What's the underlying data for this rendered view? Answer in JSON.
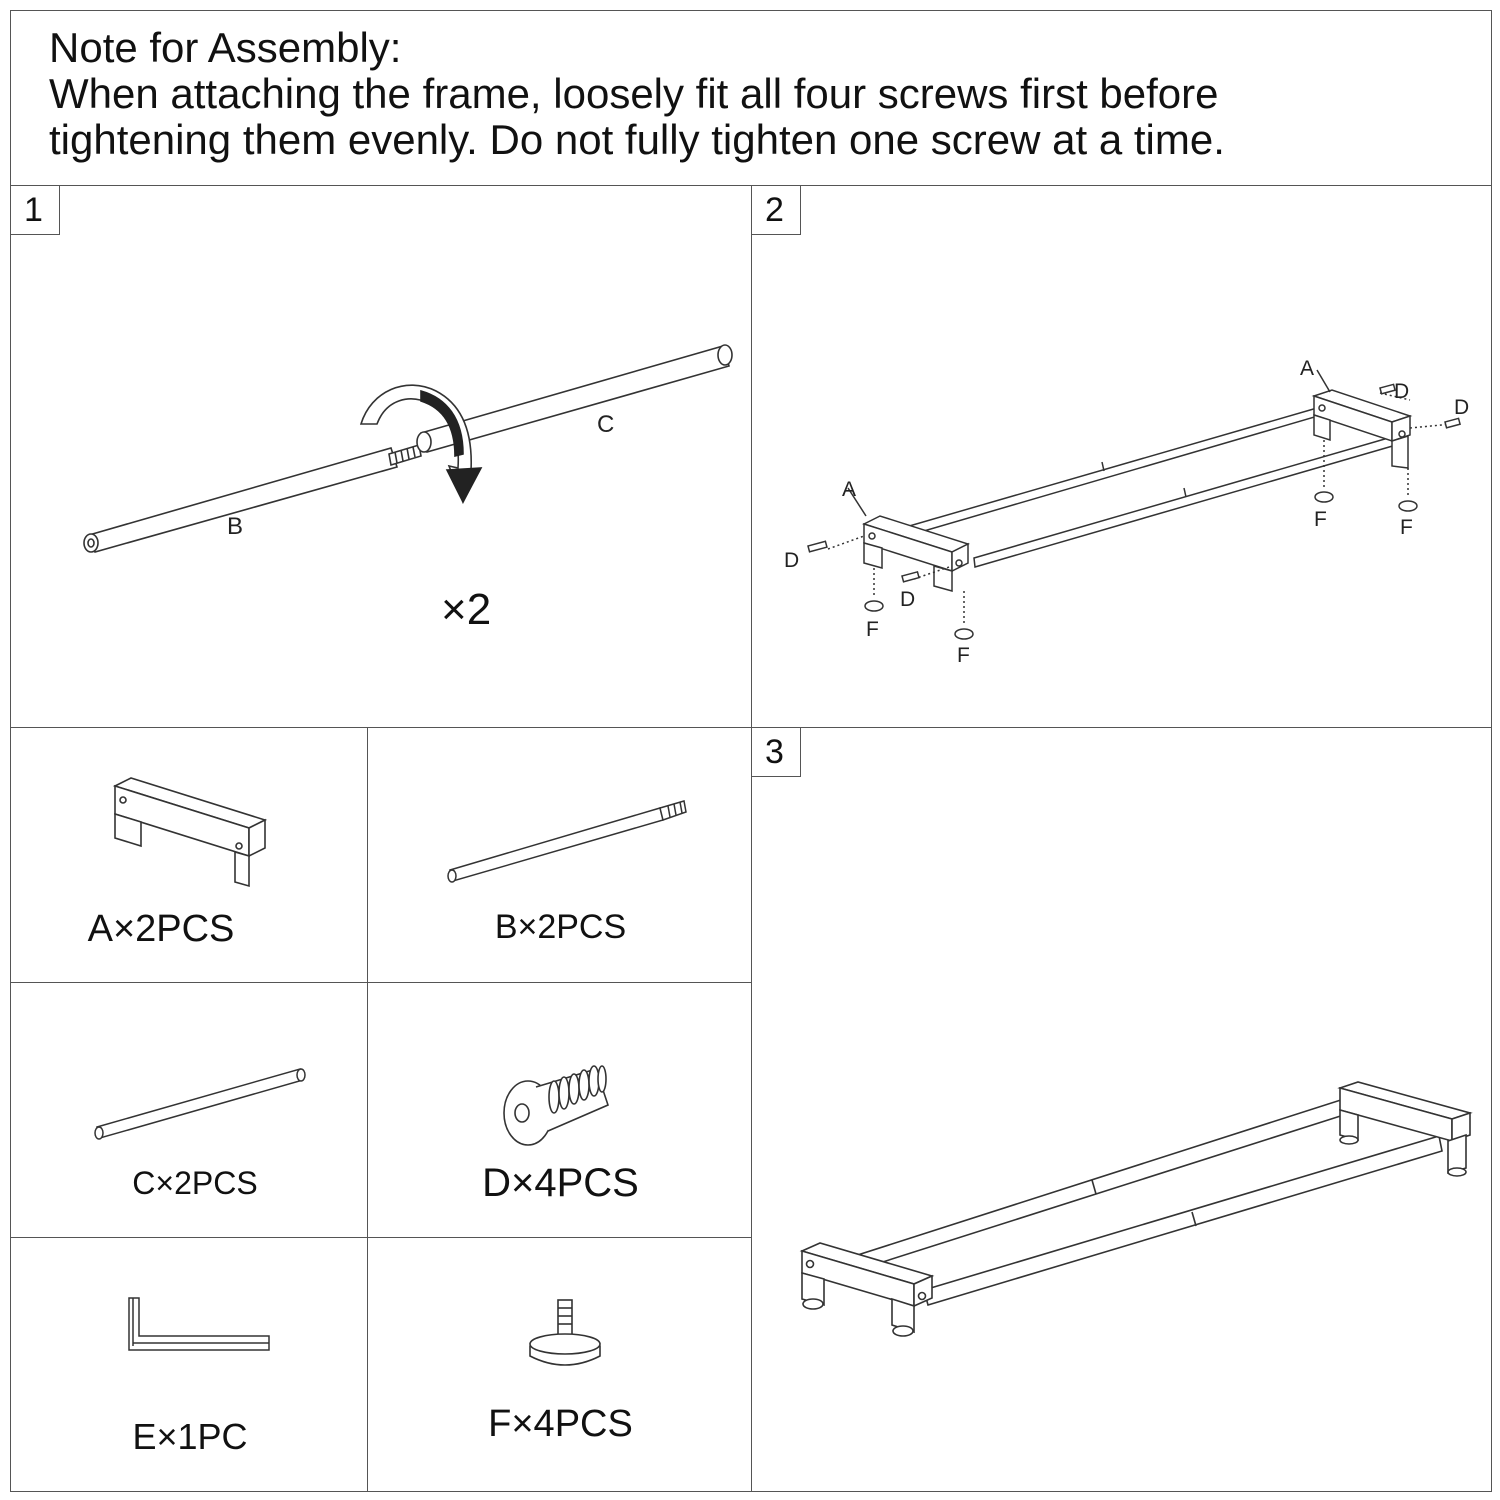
{
  "note": {
    "title": "Note for Assembly:",
    "line1": "When attaching the frame, loosely fit all four screws first before",
    "line2": "tightening them evenly. Do not fully tighten one screw at a time."
  },
  "steps": [
    {
      "number": "1",
      "labels": {
        "b": "B",
        "c": "C",
        "multiplier": "×2"
      }
    },
    {
      "number": "2",
      "labels": {
        "a": "A",
        "d": "D",
        "f": "F"
      }
    },
    {
      "number": "3"
    }
  ],
  "parts": [
    {
      "label": "A×2PCS"
    },
    {
      "label": "B×2PCS"
    },
    {
      "label": "C×2PCS"
    },
    {
      "label": "D×4PCS"
    },
    {
      "label": "E×1PC"
    },
    {
      "label": "F×4PCS"
    }
  ]
}
